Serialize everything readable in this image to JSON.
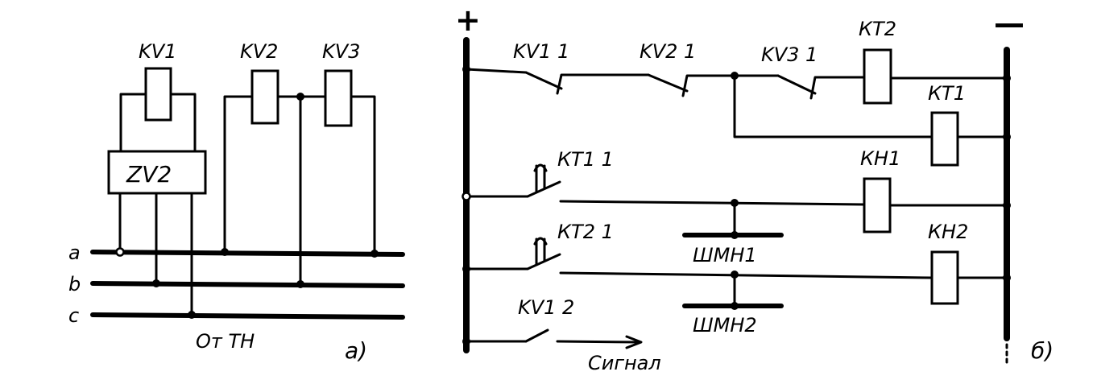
{
  "left": {
    "relays": {
      "kv1": "KV1",
      "kv2": "KV2",
      "kv3": "KV3"
    },
    "filter": "ZV2",
    "phases": {
      "a": "a",
      "b": "b",
      "c": "c"
    },
    "source": "От ТН",
    "panel": "а)"
  },
  "right": {
    "plus": "+",
    "minus": "—",
    "contacts": {
      "kv1_1": "KV1 1",
      "kv2_1": "KV2 1",
      "kv3_1": "KV3 1",
      "kt1_1": "КТ1 1",
      "kt2_1": "КТ2 1",
      "kv1_2": "KV1 2"
    },
    "coils": {
      "kt2": "КТ2",
      "kt1": "КТ1",
      "kh1": "КН1",
      "kh2": "КН2"
    },
    "buses": {
      "shmn1": "ШМН1",
      "shmn2": "ШМН2"
    },
    "signal": "Сигнал",
    "panel": "б)"
  }
}
